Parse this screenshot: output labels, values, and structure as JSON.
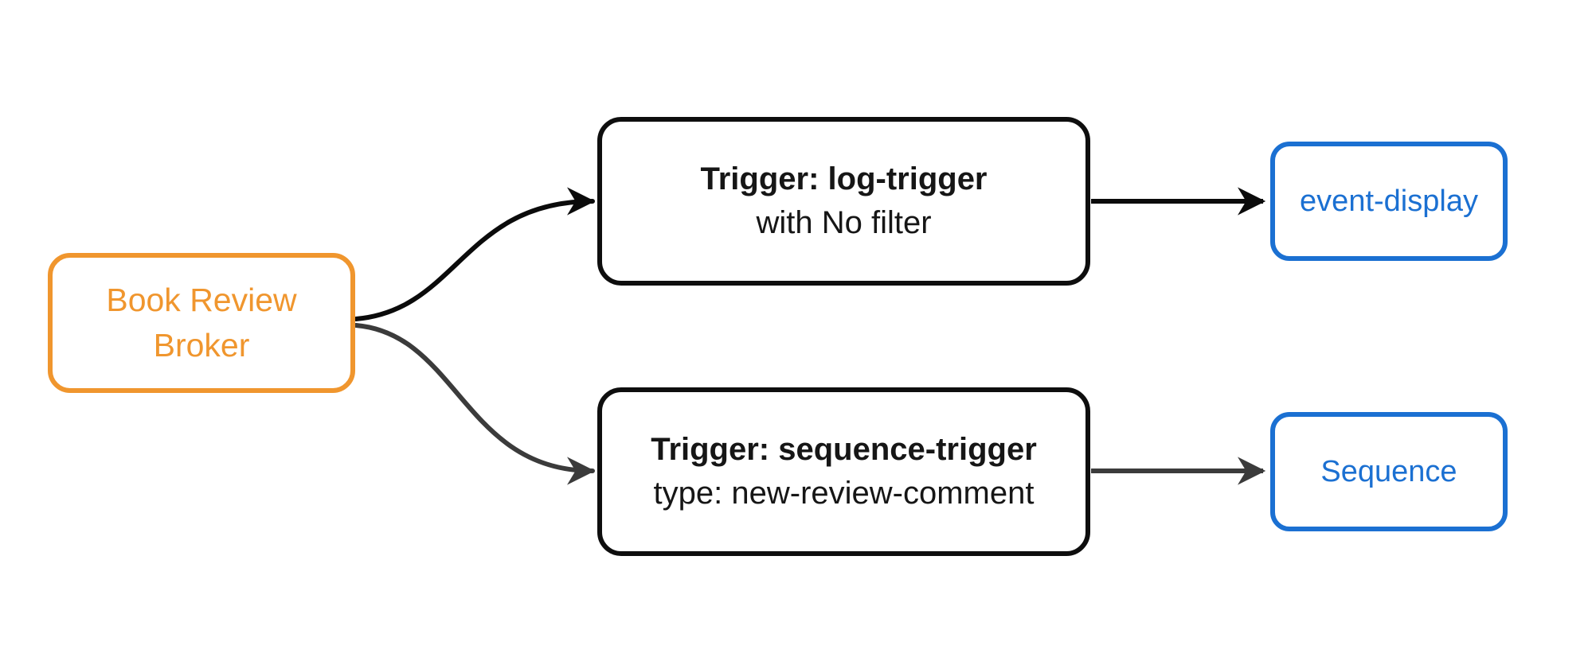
{
  "diagram": {
    "type": "flowchart",
    "background": "#ffffff",
    "nodes": {
      "broker": {
        "label_line1": "Book Review",
        "label_line2": "Broker",
        "border_color": "#f0962e",
        "text_color": "#f0962e",
        "fill": "#ffffff"
      },
      "trigger_log": {
        "title": "Trigger: log-trigger",
        "subtitle": "with No filter",
        "border_color": "#0e0e0e",
        "text_color": "#161616",
        "fill": "#ffffff"
      },
      "trigger_sequence": {
        "title": "Trigger: sequence-trigger",
        "subtitle": "type: new-review-comment",
        "border_color": "#0e0e0e",
        "text_color": "#161616",
        "fill": "#ffffff"
      },
      "sink_event_display": {
        "label": "event-display",
        "border_color": "#1b70d2",
        "text_color": "#1b70d2",
        "fill": "#ffffff"
      },
      "sink_sequence": {
        "label": "Sequence",
        "border_color": "#1b70d2",
        "text_color": "#1b70d2",
        "fill": "#ffffff"
      }
    },
    "edges": [
      {
        "from": "broker",
        "to": "trigger_log",
        "color": "#0b0b0b"
      },
      {
        "from": "broker",
        "to": "trigger_sequence",
        "color": "#3b3b3b"
      },
      {
        "from": "trigger_log",
        "to": "sink_event_display",
        "color": "#0b0b0b"
      },
      {
        "from": "trigger_sequence",
        "to": "sink_sequence",
        "color": "#3b3b3b"
      }
    ]
  }
}
